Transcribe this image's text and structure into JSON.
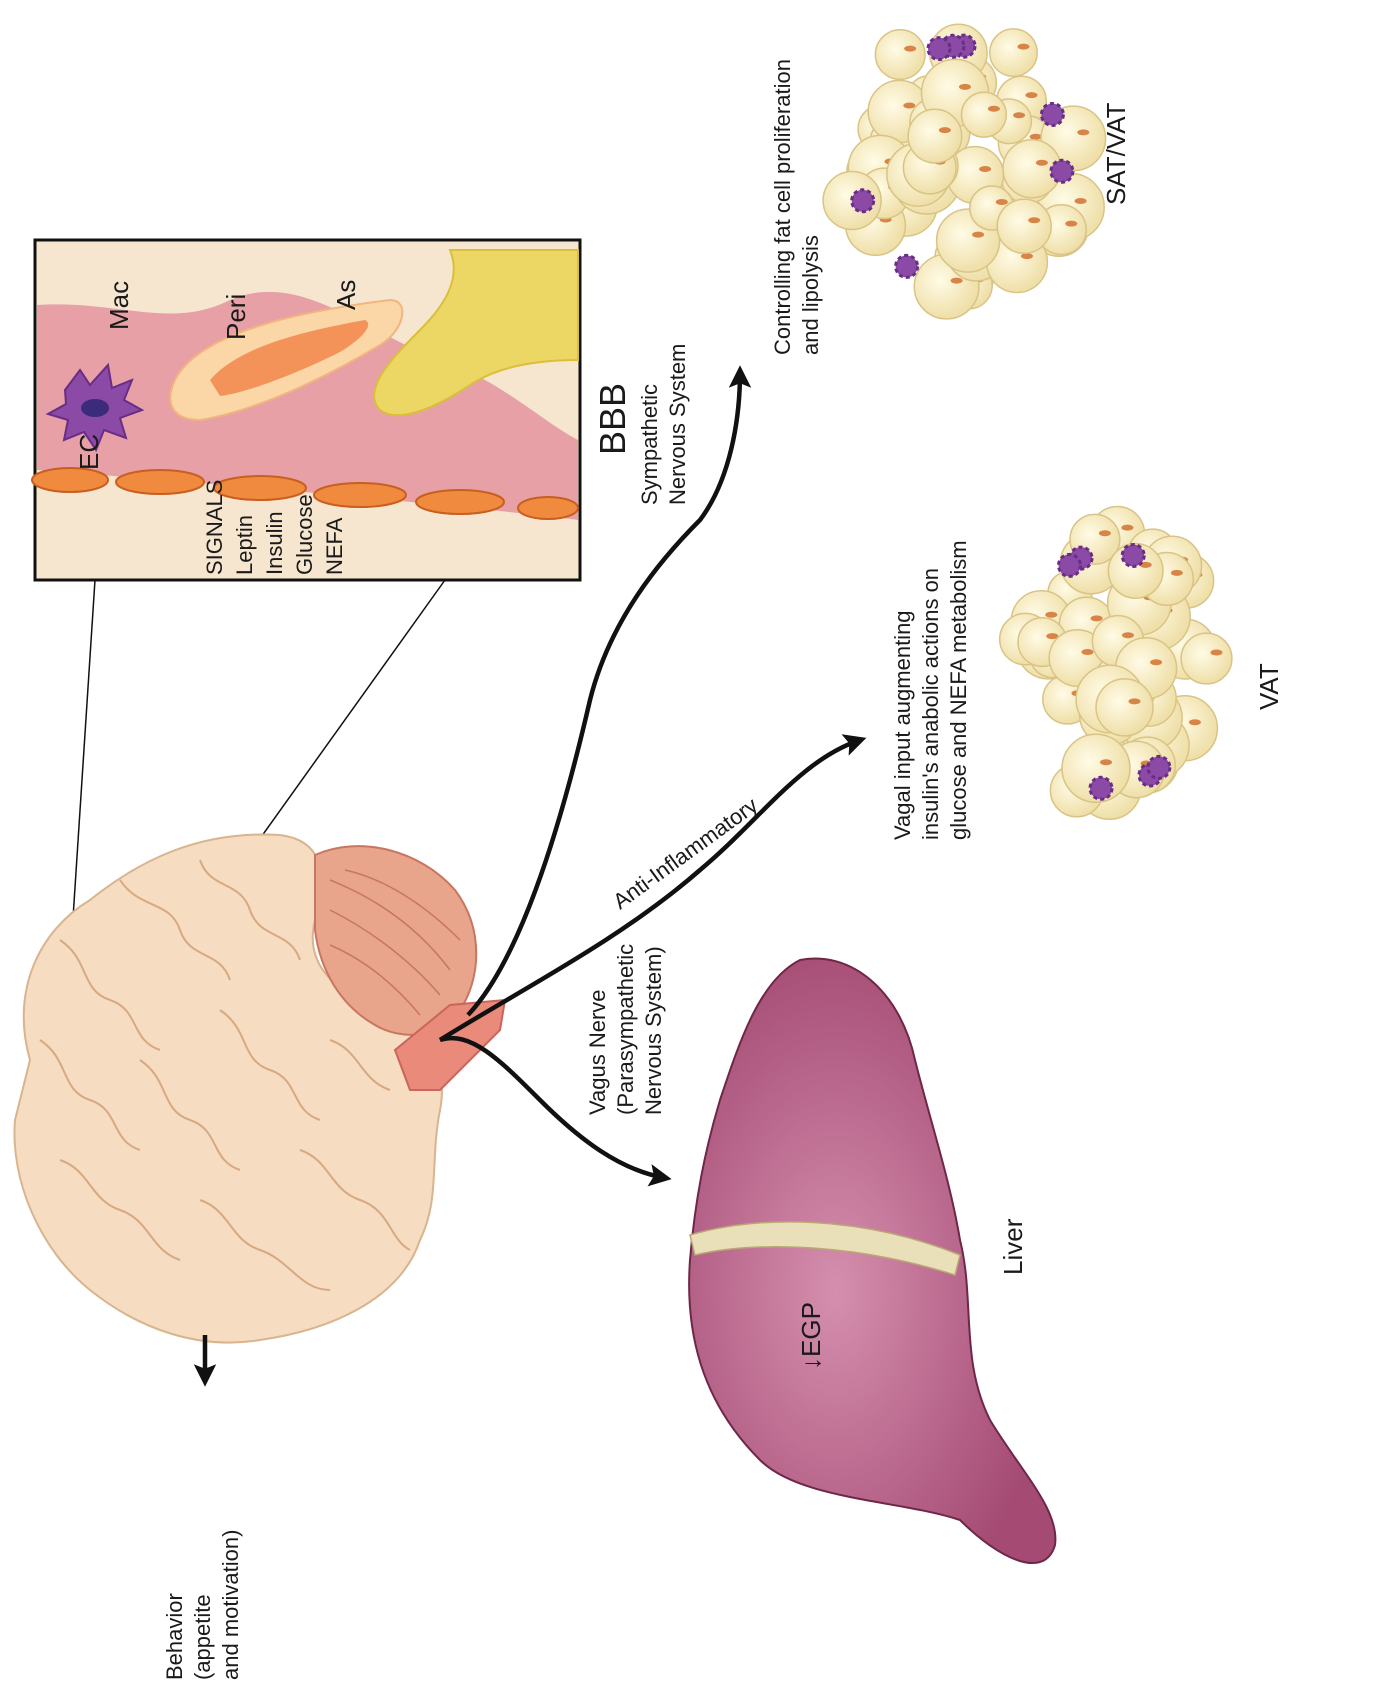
{
  "inset": {
    "title": "BBB",
    "cells": {
      "ec": "EC",
      "mac": "Mac",
      "peri": "Peri",
      "as": "As"
    },
    "signals": [
      "SIGNALS",
      "Leptin",
      "Insulin",
      "Glucose",
      "NEFA"
    ]
  },
  "pathways": {
    "sympathetic": [
      "Sympathetic",
      "Nervous System"
    ],
    "anti_inflammatory": "Anti-Inflammatory",
    "vagus": [
      "Vagus Nerve",
      "(Parasympathetic",
      "Nervous System)"
    ]
  },
  "targets": {
    "sat_vat": {
      "label": "SAT/VAT",
      "description": [
        "Controlling fat cell proliferation",
        "and lipolysis"
      ]
    },
    "vat": {
      "label": "VAT",
      "description": [
        "Vagal input augmenting",
        "insulin's anabolic actions on",
        "glucose and NEFA metabolism"
      ]
    },
    "liver": {
      "label": "Liver",
      "effect": "↓EGP"
    }
  },
  "behavior": [
    "Behavior",
    "(appetite",
    "and motivation)"
  ],
  "colors": {
    "brain": "#f6dcc0",
    "cerebellum": "#e9a48c",
    "liver": "#b3577e",
    "fat": "#f8eec4",
    "macrophage": "#8a4aa6",
    "vessel": "#e7a0a6",
    "astrocyte": "#e9d35a"
  }
}
